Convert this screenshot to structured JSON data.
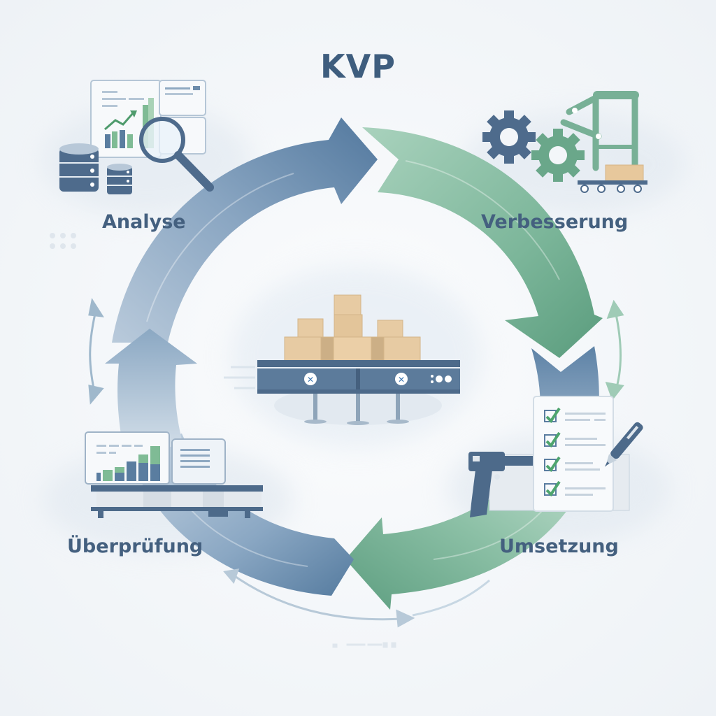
{
  "title": "KVP",
  "cycle": {
    "direction": "clockwise",
    "stages": [
      {
        "id": "analyse",
        "label": "Analyse",
        "position": "top-left",
        "arrow_color": "#5f84a8",
        "icon": "data-analysis-icon",
        "icon_parts": [
          "dashboard-screen",
          "bar-chart",
          "trend-line",
          "database-stack",
          "magnifying-glass"
        ]
      },
      {
        "id": "verbesserung",
        "label": "Verbesserung",
        "position": "top-right",
        "arrow_color": "#6aa78a",
        "icon": "automation-icon",
        "icon_parts": [
          "gear-blue",
          "gear-green",
          "robot-arm",
          "conveyor-cart",
          "box"
        ]
      },
      {
        "id": "umsetzung",
        "label": "Umsetzung",
        "position": "bottom-right",
        "arrow_color": "#6aa78a",
        "icon": "implementation-icon",
        "icon_parts": [
          "barcode-scanner",
          "checklist",
          "checkmarks",
          "pen"
        ]
      },
      {
        "id": "ueberpruefung",
        "label": "Überprüfung",
        "position": "bottom-left",
        "arrow_color": "#5f84a8",
        "icon": "review-icon",
        "icon_parts": [
          "bar-chart-monitor",
          "tablet",
          "pallet-rack"
        ]
      }
    ]
  },
  "center": {
    "icon": "conveyor-with-boxes-icon",
    "box_count": 8
  },
  "colors": {
    "title": "#3e5d7e",
    "label": "#44607f",
    "blue_arrow": "#5f84a8",
    "green_arrow": "#6aa78a",
    "box": "#e3c9a0",
    "conveyor": "#4d6a8a",
    "background": "#f3f6f9"
  }
}
